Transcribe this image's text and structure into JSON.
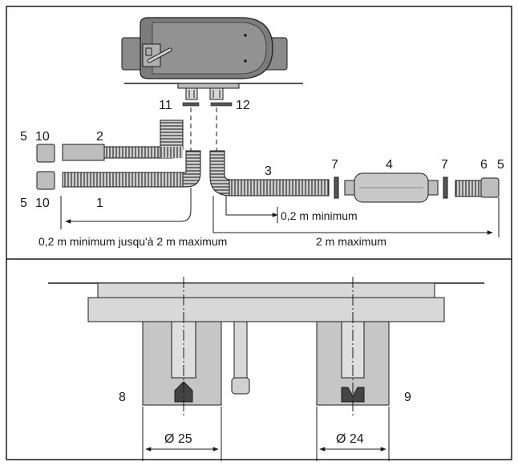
{
  "labels": {
    "heater_air_intake": "11",
    "heater_exhaust": "12",
    "cap_top": "5",
    "cap_top_part": "10",
    "cap_bottom": "5",
    "cap_bottom_part": "10",
    "hose_2": "2",
    "hose_1": "1",
    "exhaust_hose_3": "3",
    "clamp_left": "7",
    "silencer": "4",
    "clamp_right": "7",
    "end_pipe": "6",
    "end_cap": "5",
    "detail_left": "8",
    "detail_right": "9"
  },
  "dimensions": {
    "min_02": "0,2 m minimum",
    "intake_range": "0,2 m minimum jusqu'à 2 m maximum",
    "exhaust_max": "2 m maximum",
    "dia_left": "Ø 25",
    "dia_right": "Ø 24"
  },
  "colors": {
    "line": "#1a1a1a",
    "fill_light": "#d8d8d8",
    "fill_mid": "#bdbdbd",
    "fill_dark": "#777777",
    "background": "#ffffff"
  }
}
